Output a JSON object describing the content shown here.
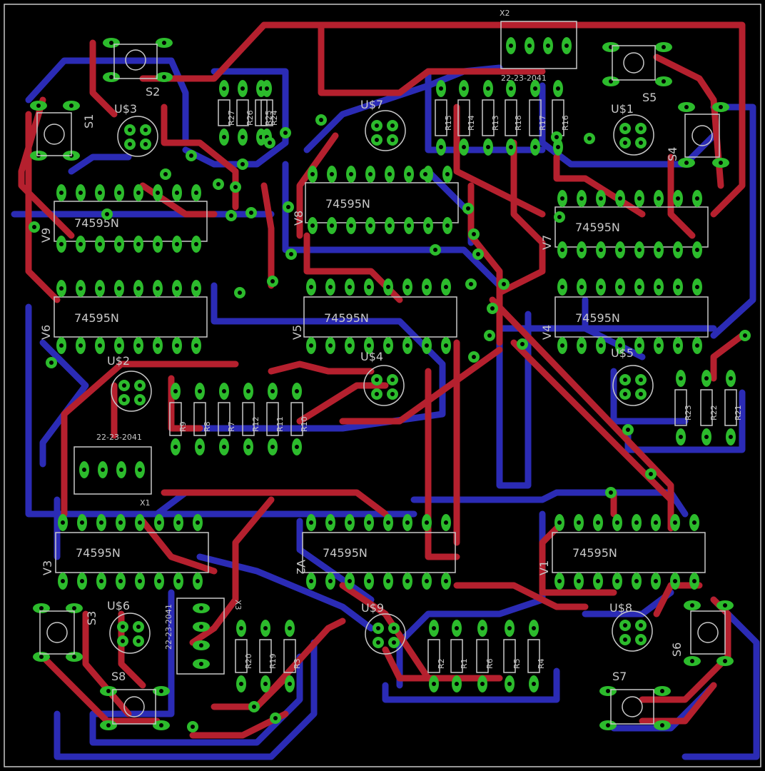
{
  "board": {
    "background": "#000000",
    "colors": {
      "top_copper": "#b5202e",
      "bottom_copper": "#2b2bb5",
      "pad": "#2cbb2c",
      "silkscreen": "#c8c8c8"
    }
  },
  "ics": [
    {
      "ref": "V9",
      "value": "74595N"
    },
    {
      "ref": "V8",
      "value": "74595N"
    },
    {
      "ref": "V7",
      "value": "74595N"
    },
    {
      "ref": "V6",
      "value": "74595N"
    },
    {
      "ref": "V5",
      "value": "74595N"
    },
    {
      "ref": "V4",
      "value": "74595N"
    },
    {
      "ref": "V3",
      "value": "74595N"
    },
    {
      "ref": "V2",
      "value": "74595N"
    },
    {
      "ref": "V1",
      "value": "74595N"
    }
  ],
  "leds": [
    "U$3",
    "U$7",
    "U$1",
    "U$2",
    "U$4",
    "U$5",
    "U$6",
    "U$9",
    "U$8"
  ],
  "switches": [
    "S2",
    "S1",
    "S5",
    "S4",
    "S3",
    "S8",
    "S6",
    "S7"
  ],
  "connectors": [
    {
      "ref": "X2",
      "value": "22-23-2041"
    },
    {
      "ref": "X1",
      "value": "22-23-2041"
    },
    {
      "ref": "X3",
      "value": "22-23-2041"
    }
  ],
  "resistors": [
    "R27",
    "R26",
    "R25",
    "R24",
    "R15",
    "R14",
    "R13",
    "R18",
    "R17",
    "R16",
    "R9",
    "R8",
    "R7",
    "R12",
    "R11",
    "R10",
    "R23",
    "R22",
    "R21",
    "R20",
    "R19",
    "R3",
    "R2",
    "R1",
    "R6",
    "R5",
    "R4"
  ]
}
